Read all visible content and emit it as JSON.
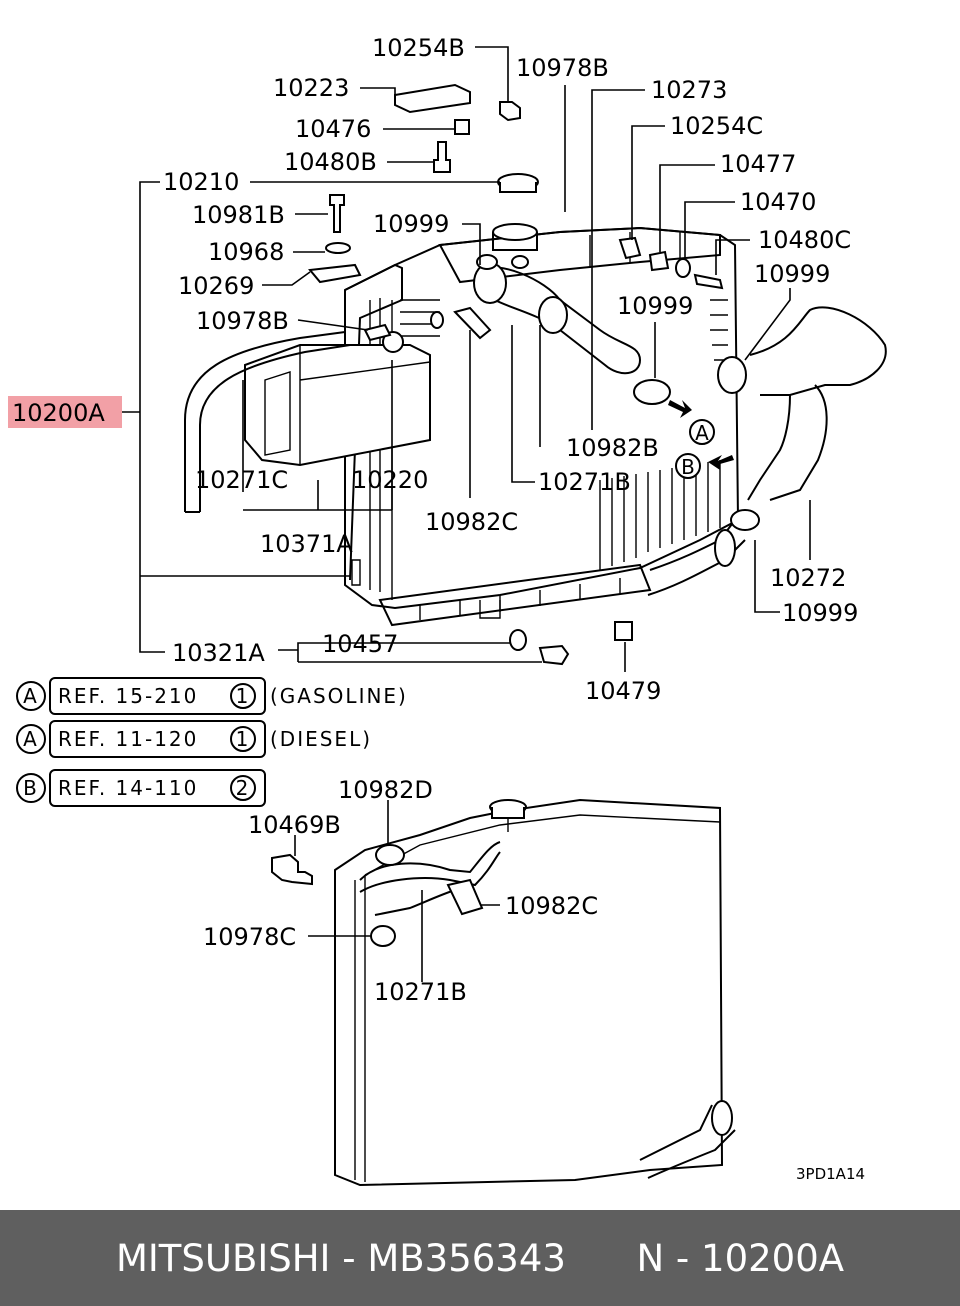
{
  "labels": {
    "l10254B": "10254B",
    "l10978B": "10978B",
    "l10223": "10223",
    "l10273": "10273",
    "l10476": "10476",
    "l10254C": "10254C",
    "l10480B": "10480B",
    "l10477": "10477",
    "l10210": "10210",
    "l10470": "10470",
    "l10981B": "10981B",
    "l10999a": "10999",
    "l10480C": "10480C",
    "l10968": "10968",
    "l10999b": "10999",
    "l10269": "10269",
    "l10999c": "10999",
    "l10978Bb": "10978B",
    "l10200A": "10200A",
    "l10982B": "10982B",
    "l10271C": "10271C",
    "l10220": "10220",
    "l10271B": "10271B",
    "l10982C": "10982C",
    "l10371A": "10371A",
    "l10272": "10272",
    "l10999d": "10999",
    "l10457": "10457",
    "l10321A": "10321A",
    "l10479": "10479",
    "l10982D": "10982D",
    "l10469B": "10469B",
    "l10982Cb": "10982C",
    "l10978C": "10978C",
    "l10271Bb": "10271B"
  },
  "callouts": {
    "A": "A",
    "B": "B"
  },
  "refs": [
    {
      "marker": "A",
      "ref": "REF. 15-210",
      "num": "1",
      "note": "(GASOLINE)"
    },
    {
      "marker": "A",
      "ref": "REF. 11-120",
      "num": "1",
      "note": "(DIESEL)"
    },
    {
      "marker": "B",
      "ref": "REF. 14-110",
      "num": "2",
      "note": ""
    }
  ],
  "diagram_code": "3PD1A14",
  "footer": {
    "brand": "MITSUBISHI",
    "sep1": " - ",
    "part_number": "MB356343",
    "gap": "      ",
    "n_label": "N",
    "sep2": " - ",
    "ref_number": "10200A"
  },
  "colors": {
    "highlight": "#f2a0a6",
    "footer_bg": "#5f5f5f"
  }
}
